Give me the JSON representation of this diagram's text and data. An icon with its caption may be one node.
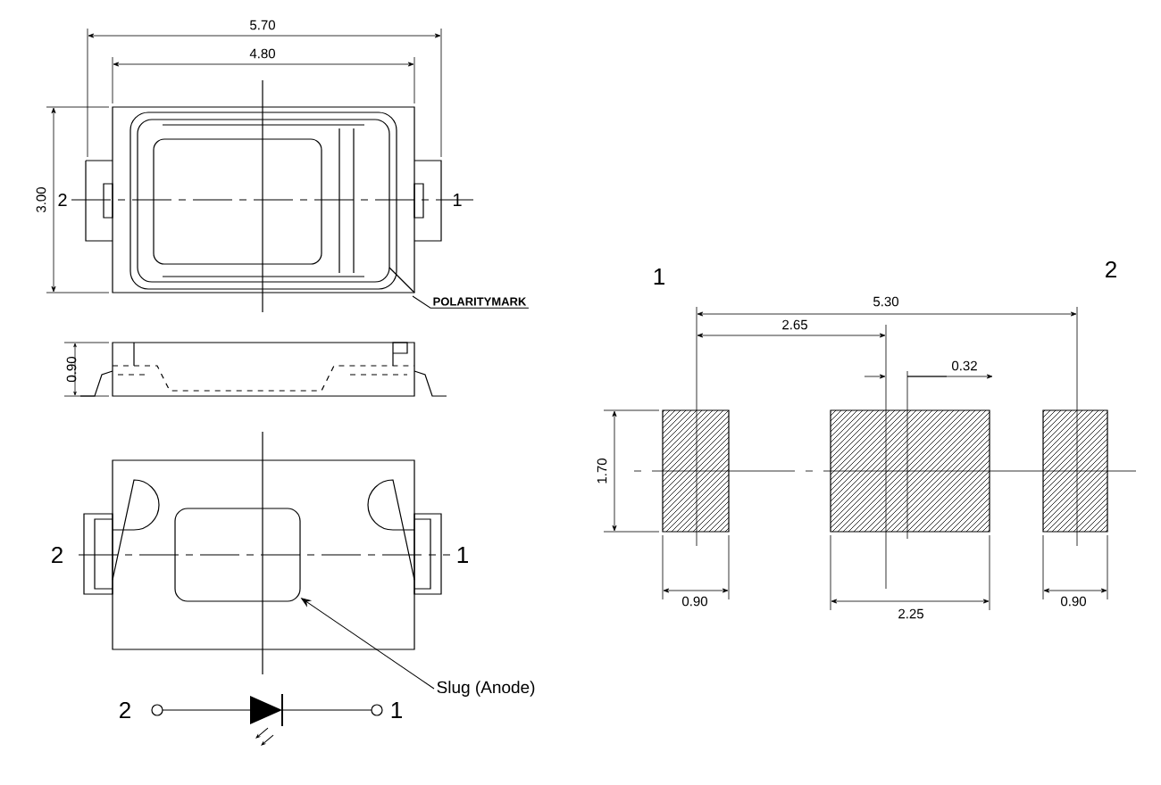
{
  "diagram": {
    "nodes": [
      {
        "text": [
          "Slug (Anode)"
        ]
      },
      {
        "text": [],
        "shape": "box"
      },
      {
        "text": [
          "POLARITYMARK"
        ]
      }
    ],
    "edges": [
      {
        "from": 0,
        "to": 1,
        "arrow": "to"
      },
      {
        "from": 2,
        "to": null,
        "arrow": "none"
      }
    ],
    "labels": [
      "5.70",
      "4.80",
      "3.00",
      "2",
      "1",
      "0.90",
      "1",
      "2",
      "5.30",
      "2.65",
      "0.32",
      "1.70",
      "2",
      "1",
      "0.90",
      "2.25",
      "0.90",
      "2",
      "1"
    ]
  }
}
